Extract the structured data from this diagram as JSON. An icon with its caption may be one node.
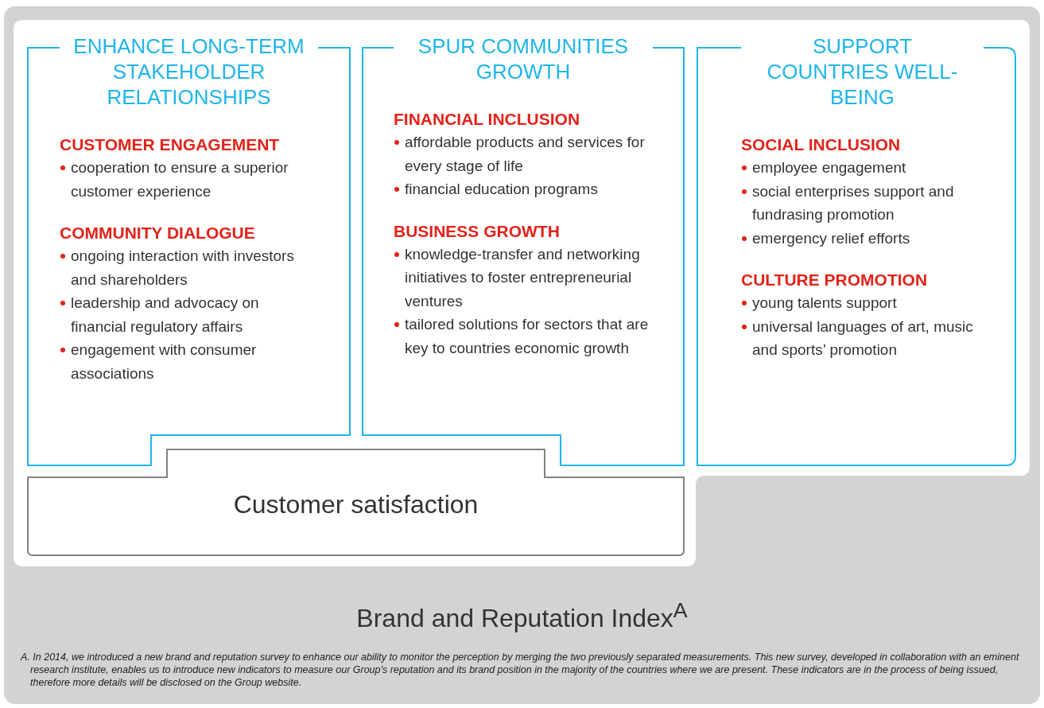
{
  "diagram": {
    "caption": "A. In 2014, we introduced a new brand and reputation survey to enhance our ability to monitor the perception by merging the two previously separated measurements. This new survey, developed in collaboration with an eminent research institute, enables us to introduce new indicators to measure our Group’s reputation and its brand position in the majority of the countries where we are present. These indicators are in the process of being issued, therefore more details will be disclosed on the Group website.",
    "nodes": [
      {
        "text": [
          "Brand and Reputation Index$^{A}$"
        ]
      },
      {
        "text": [
          "ENHANCE LONG-TERM STAKEHOLDER RELATIONSHIPS",
          "CUSTOMER ENGAGEMENT",
          "cooperation to ensure a superior customer experience",
          "COMMUNITY DIALOGUE",
          "ongoing interaction with investors and shareholders",
          "leadership and advocacy on financial regulatory affairs",
          "engagement with consumer associations"
        ],
        "in": 0
      },
      {
        "text": [
          "SPUR COMMUNITIES GROWTH",
          "FINANCIAL INCLUSION",
          "affordable products and services for every stage of life",
          "financial education programs",
          "BUSINESS GROWTH",
          "knowledge-transfer and networking initiatives to foster entrepreneurial ventures",
          "tailored solutions for sectors that are key to countries economic growth"
        ],
        "in": 0
      },
      {
        "text": [
          "SUPPORT COUNTRIES WELL-BEING",
          "SOCIAL INCLUSION",
          "employee engagement",
          "social enterprises support and fundrasing promotion",
          "emergency relief efforts",
          "CULTURE PROMOTION",
          "young talents support",
          "universal languages of art, music and sports’ promotion"
        ],
        "in": 0
      },
      {
        "text": [
          "Customer satisfaction"
        ],
        "in": 0
      }
    ],
    "edges": []
  }
}
